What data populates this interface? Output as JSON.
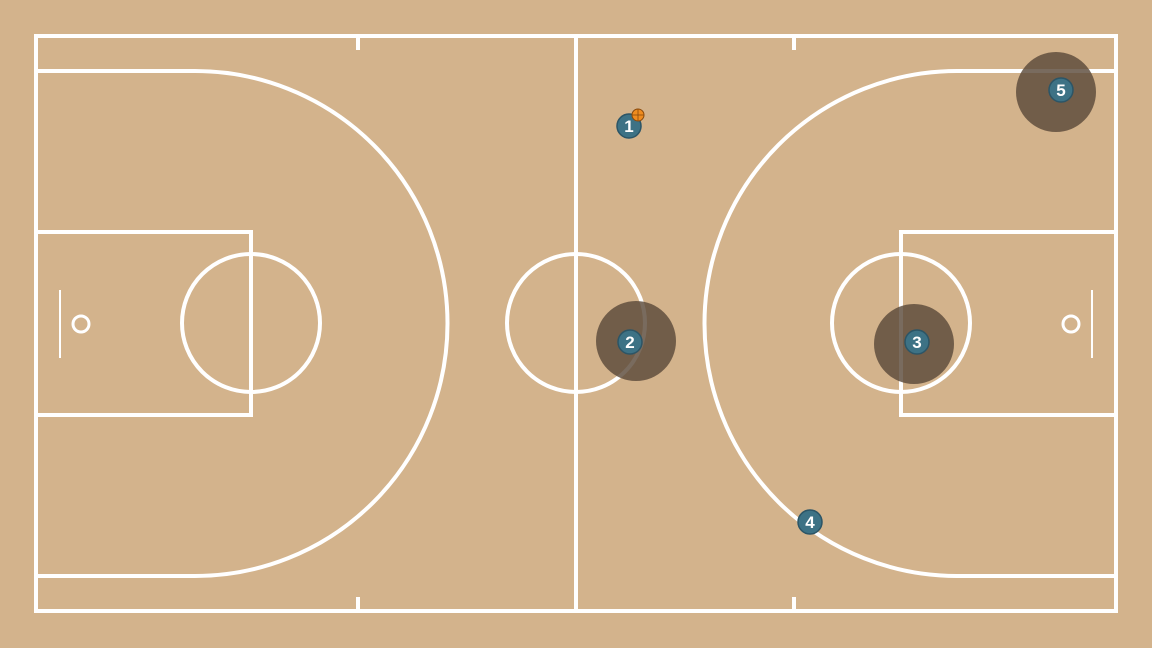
{
  "colors": {
    "floor": "#d3b38c",
    "lines": "#ffffff",
    "player_fill": "#3d7285",
    "player_stroke": "#2c5566",
    "pressure_shadow": "#5c4a3b",
    "ball": "#f08c1e"
  },
  "players": [
    {
      "label": "1",
      "has_ball": true,
      "pressure": "none"
    },
    {
      "label": "2",
      "has_ball": false,
      "pressure": "high"
    },
    {
      "label": "3",
      "has_ball": false,
      "pressure": "high"
    },
    {
      "label": "4",
      "has_ball": false,
      "pressure": "none"
    },
    {
      "label": "5",
      "has_ball": false,
      "pressure": "high"
    }
  ],
  "icons": {
    "ball": "basketball-icon",
    "hoop": "hoop-icon"
  }
}
